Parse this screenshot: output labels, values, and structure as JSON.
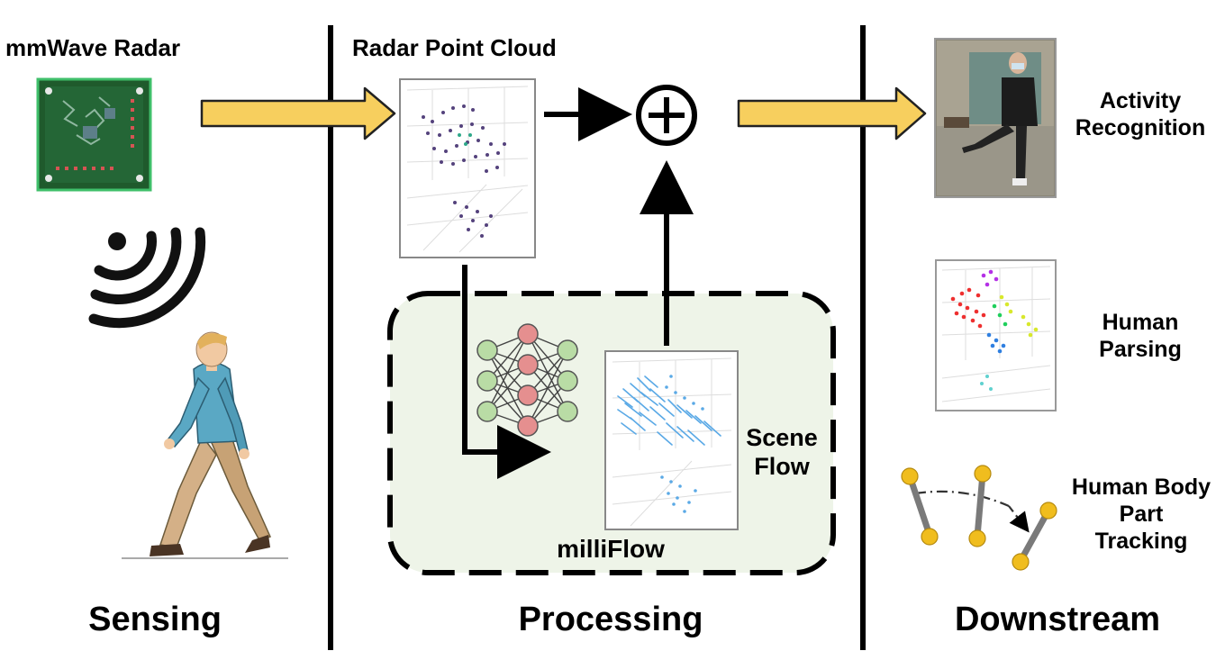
{
  "sensing": {
    "device_label": "mmWave Radar",
    "section_label": "Sensing"
  },
  "processing": {
    "pointcloud_label": "Radar Point Cloud",
    "scene_flow_line1": "Scene",
    "scene_flow_line2": "Flow",
    "model_label": "milliFlow",
    "section_label": "Processing"
  },
  "downstream": {
    "activity_line1": "Activity",
    "activity_line2": "Recognition",
    "parsing_line1": "Human",
    "parsing_line2": "Parsing",
    "tracking_line1": "Human Body",
    "tracking_line2": "Part",
    "tracking_line3": "Tracking",
    "section_label": "Downstream"
  },
  "icons": {
    "radar_board": "radar-board-icon",
    "wifi_signal": "signal-waves-icon",
    "person": "walking-person-icon",
    "neural_net": "neural-network-icon",
    "combine": "circled-plus-icon",
    "skeleton": "body-part-tracking-icon"
  },
  "colors": {
    "arrow_fill": "#f7cf5e",
    "arrow_stroke": "#222222",
    "dashed_box_fill": "#eef4e8",
    "nn_green": "#b9dca5",
    "nn_red": "#e58f8f",
    "radar_board": "#1f5a2c",
    "joint_yellow": "#f0bd1e"
  }
}
